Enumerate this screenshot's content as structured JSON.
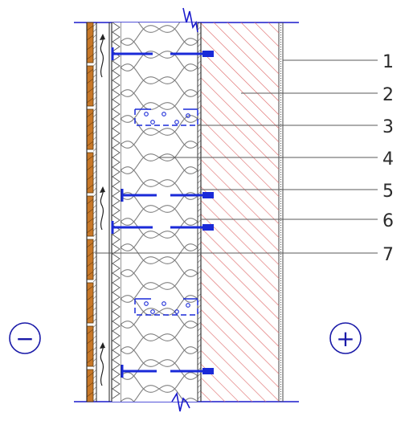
{
  "colors": {
    "frame_blue": "#1a1acc",
    "fixing_blue": "#1a2ad8",
    "wood_orange": "#c87828",
    "masonry_red": "#e07070",
    "insulation_gray": "#808080",
    "leader_gray": "#5a5a5a",
    "sign_blue": "#1a1aa8"
  },
  "callouts": [
    {
      "number": "1"
    },
    {
      "number": "2"
    },
    {
      "number": "3"
    },
    {
      "number": "4"
    },
    {
      "number": "5"
    },
    {
      "number": "6"
    },
    {
      "number": "7"
    }
  ],
  "signs": {
    "outside": "−",
    "inside": "+"
  },
  "icons": {
    "outside": "minus-circle-icon",
    "inside": "plus-circle-icon",
    "airflow": "airflow-arrow-icon",
    "break": "break-line-icon"
  }
}
